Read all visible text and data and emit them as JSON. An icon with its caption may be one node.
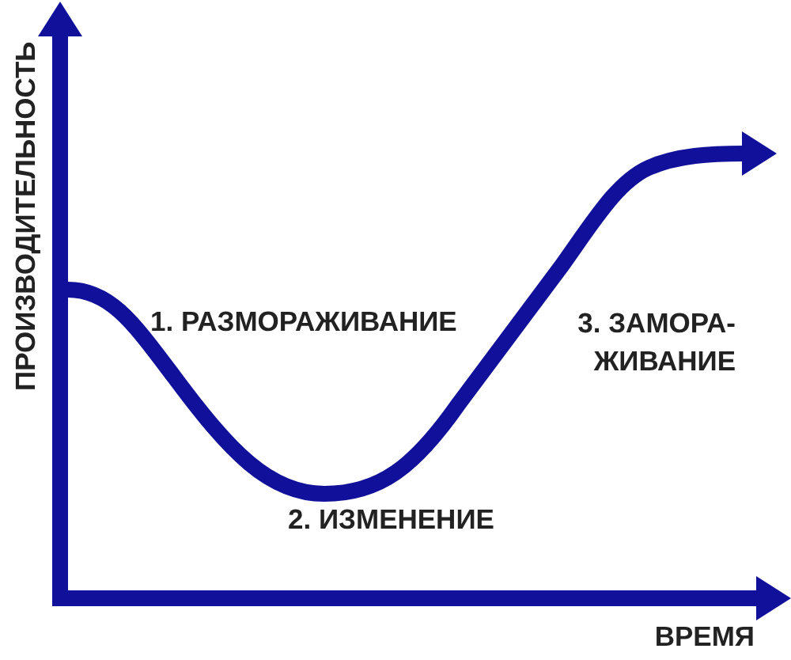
{
  "diagram": {
    "labels": [
      "ПРОИЗВОДИТЕЛЬНОСТЬ",
      "1. РАЗМОРАЖИВАНИЕ",
      "3. ЗАМОРА- ЖИВАНИЕ",
      "2. ИЗМЕНЕНИЕ",
      "ВРЕМЯ"
    ]
  }
}
